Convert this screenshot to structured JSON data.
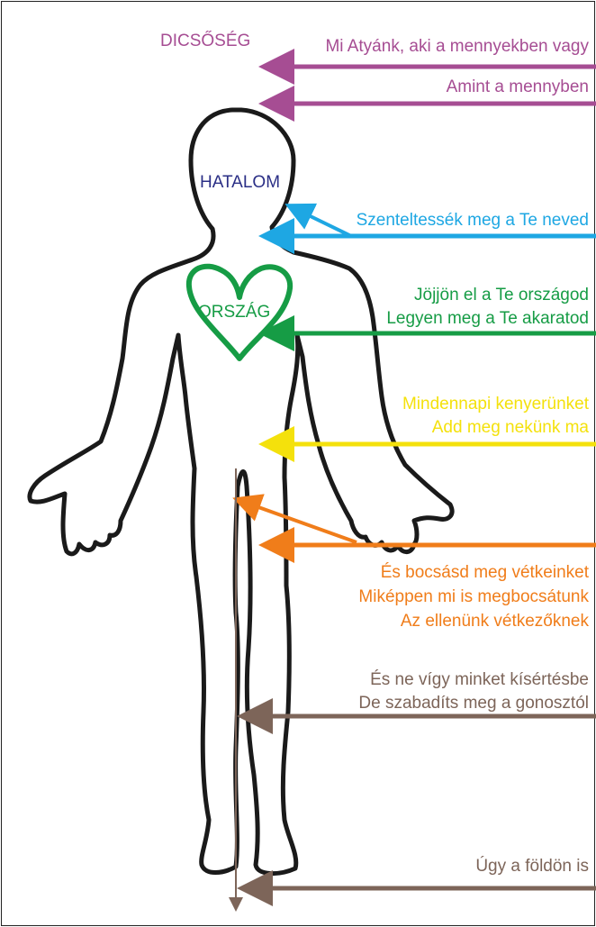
{
  "labels": {
    "glory": "DICSŐSÉG",
    "power": "HATALOM",
    "kingdom": "ORSZÁG"
  },
  "lines": {
    "l1": "Mi Atyánk, aki a mennyekben vagy",
    "l2": "Amint a mennyben",
    "l3": "Szenteltessék meg a Te neved",
    "l4": "Jöjjön el a Te országod",
    "l5": "Legyen meg a Te akaratod",
    "l6": "Mindennapi kenyerünket",
    "l7": "Add meg nekünk ma",
    "l8": "És bocsásd meg vétkeinket",
    "l9": "Miképpen mi is megbocsátunk",
    "l10": "Az ellenünk vétkezőknek",
    "l11": "És ne vígy minket kísértésbe",
    "l12": "De szabadíts meg a gonosztól",
    "l13": "Úgy a földön is"
  },
  "colors": {
    "purple": "#a64d93",
    "navy": "#2b2f86",
    "cyan": "#1ea7e3",
    "green": "#169c45",
    "yellow": "#f4e10c",
    "orange": "#f07d1a",
    "brown": "#7d6559"
  }
}
